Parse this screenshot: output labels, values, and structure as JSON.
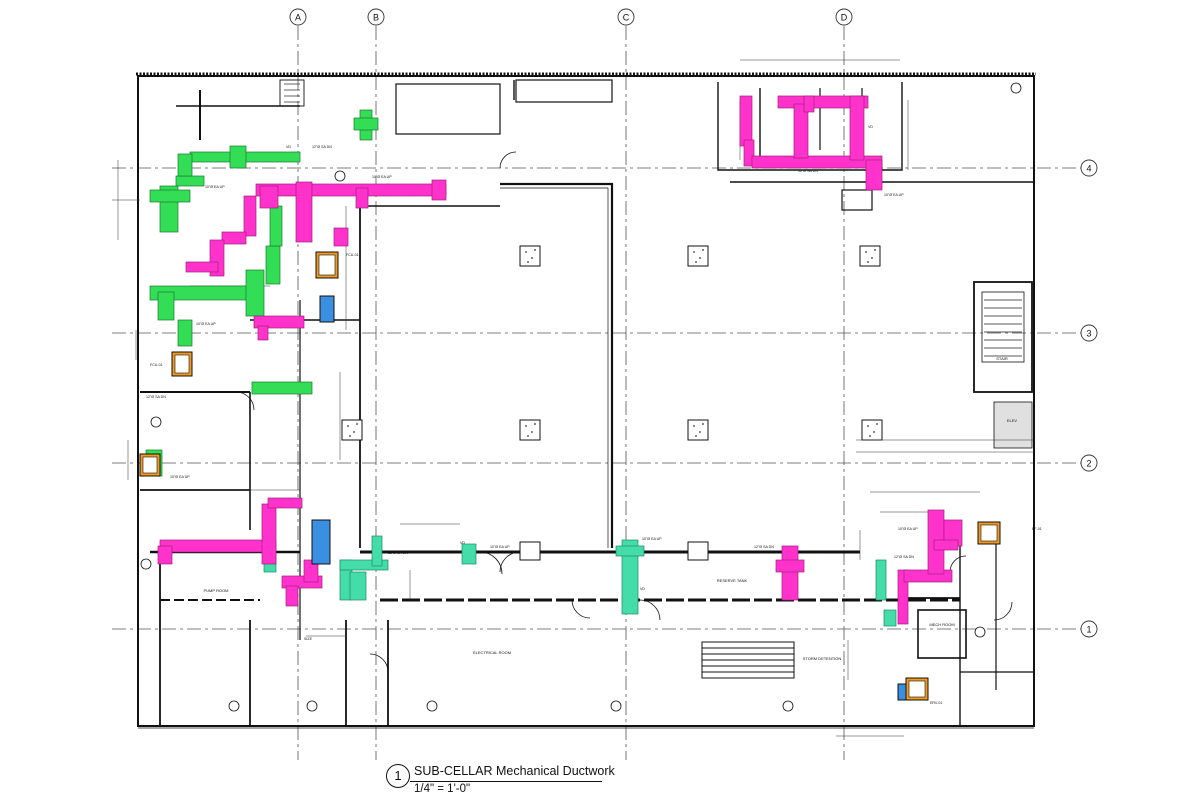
{
  "drawing": {
    "title": "SUB-CELLAR Mechanical Ductwork",
    "number": "1",
    "scale": "1/4\" = 1'-0\""
  },
  "grid": {
    "columns": [
      "A",
      "B",
      "C",
      "D"
    ],
    "rows": [
      "4",
      "3",
      "2",
      "1"
    ]
  },
  "colors": {
    "supply_duct": "#ff33cc",
    "exhaust_duct": "#33dd55",
    "return_duct": "#44ddaa",
    "equipment_orange": "#f39a1e",
    "equipment_blue": "#3a8fe0",
    "wall": "#111111",
    "gridline": "#444444"
  },
  "rooms": {
    "tank_room": "RESERVE TANK",
    "elec_room": "ELECTRICAL ROOM",
    "storm_room": "STORM DETENTION",
    "mech_room": "MECH ROOM",
    "pump_room": "PUMP ROOM",
    "elev": "ELEV",
    "stair": "STAIR"
  },
  "annotations": {
    "supply_fan": "FCU-01",
    "exhaust_fan": "EF-01",
    "erv": "ERV-01",
    "note_a": "10\"Ø EA UP",
    "note_b": "12\"Ø SA DN",
    "note_c": "SIZE",
    "vd": "VD"
  }
}
